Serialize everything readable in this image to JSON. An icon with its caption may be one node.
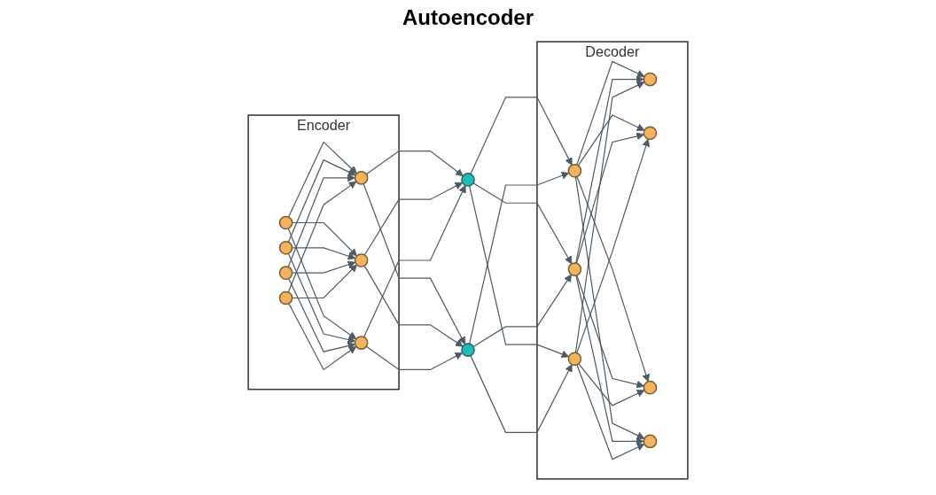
{
  "diagram": {
    "title": "Autoencoder",
    "nodes": [
      {
        "text": [
          "Encoder"
        ]
      },
      {
        "text": [],
        "shape": "circle",
        "in": 0
      },
      {
        "text": [],
        "shape": "circle",
        "in": 0
      },
      {
        "text": [],
        "shape": "circle",
        "in": 0
      },
      {
        "text": [],
        "shape": "circle",
        "in": 0
      },
      {
        "text": [],
        "shape": "circle",
        "in": 0
      },
      {
        "text": [],
        "shape": "circle",
        "in": 0
      },
      {
        "text": [],
        "shape": "circle",
        "in": 0
      },
      {
        "text": [],
        "shape": "circle"
      },
      {
        "text": [],
        "shape": "circle"
      },
      {
        "text": [
          "Decoder"
        ]
      },
      {
        "text": [],
        "shape": "circle",
        "in": 10
      },
      {
        "text": [],
        "shape": "circle",
        "in": 10
      },
      {
        "text": [],
        "shape": "circle",
        "in": 10
      },
      {
        "text": [],
        "shape": "circle",
        "in": 10
      },
      {
        "text": [],
        "shape": "circle",
        "in": 10
      },
      {
        "text": [],
        "shape": "circle",
        "in": 10
      },
      {
        "text": [],
        "shape": "circle",
        "in": 10
      }
    ],
    "edges": [
      {
        "from": 1,
        "to": 5,
        "arrow": "to"
      },
      {
        "from": 1,
        "to": 6,
        "arrow": "to"
      },
      {
        "from": 1,
        "to": 7,
        "arrow": "to"
      },
      {
        "from": 2,
        "to": 5,
        "arrow": "to"
      },
      {
        "from": 2,
        "to": 6,
        "arrow": "to"
      },
      {
        "from": 2,
        "to": 7,
        "arrow": "to"
      },
      {
        "from": 3,
        "to": 5,
        "arrow": "to"
      },
      {
        "from": 3,
        "to": 6,
        "arrow": "to"
      },
      {
        "from": 3,
        "to": 7,
        "arrow": "to"
      },
      {
        "from": 4,
        "to": 5,
        "arrow": "to"
      },
      {
        "from": 4,
        "to": 6,
        "arrow": "to"
      },
      {
        "from": 4,
        "to": 7,
        "arrow": "to"
      },
      {
        "from": 5,
        "to": 8,
        "arrow": "to"
      },
      {
        "from": 5,
        "to": 9,
        "arrow": "to"
      },
      {
        "from": 6,
        "to": 8,
        "arrow": "to"
      },
      {
        "from": 6,
        "to": 9,
        "arrow": "to"
      },
      {
        "from": 7,
        "to": 8,
        "arrow": "to"
      },
      {
        "from": 7,
        "to": 9,
        "arrow": "to"
      },
      {
        "from": 8,
        "to": 11,
        "arrow": "to"
      },
      {
        "from": 8,
        "to": 12,
        "arrow": "to"
      },
      {
        "from": 8,
        "to": 13,
        "arrow": "to"
      },
      {
        "from": 9,
        "to": 11,
        "arrow": "to"
      },
      {
        "from": 9,
        "to": 12,
        "arrow": "to"
      },
      {
        "from": 9,
        "to": 13,
        "arrow": "to"
      },
      {
        "from": 11,
        "to": 14,
        "arrow": "to"
      },
      {
        "from": 11,
        "to": 15,
        "arrow": "to"
      },
      {
        "from": 11,
        "to": 16,
        "arrow": "to"
      },
      {
        "from": 11,
        "to": 17,
        "arrow": "to"
      },
      {
        "from": 12,
        "to": 14,
        "arrow": "to"
      },
      {
        "from": 12,
        "to": 15,
        "arrow": "to"
      },
      {
        "from": 12,
        "to": 16,
        "arrow": "to"
      },
      {
        "from": 12,
        "to": 17,
        "arrow": "to"
      },
      {
        "from": 13,
        "to": 14,
        "arrow": "to"
      },
      {
        "from": 13,
        "to": 15,
        "arrow": "to"
      },
      {
        "from": 13,
        "to": 16,
        "arrow": "to"
      },
      {
        "from": 13,
        "to": 17,
        "arrow": "to"
      }
    ]
  }
}
